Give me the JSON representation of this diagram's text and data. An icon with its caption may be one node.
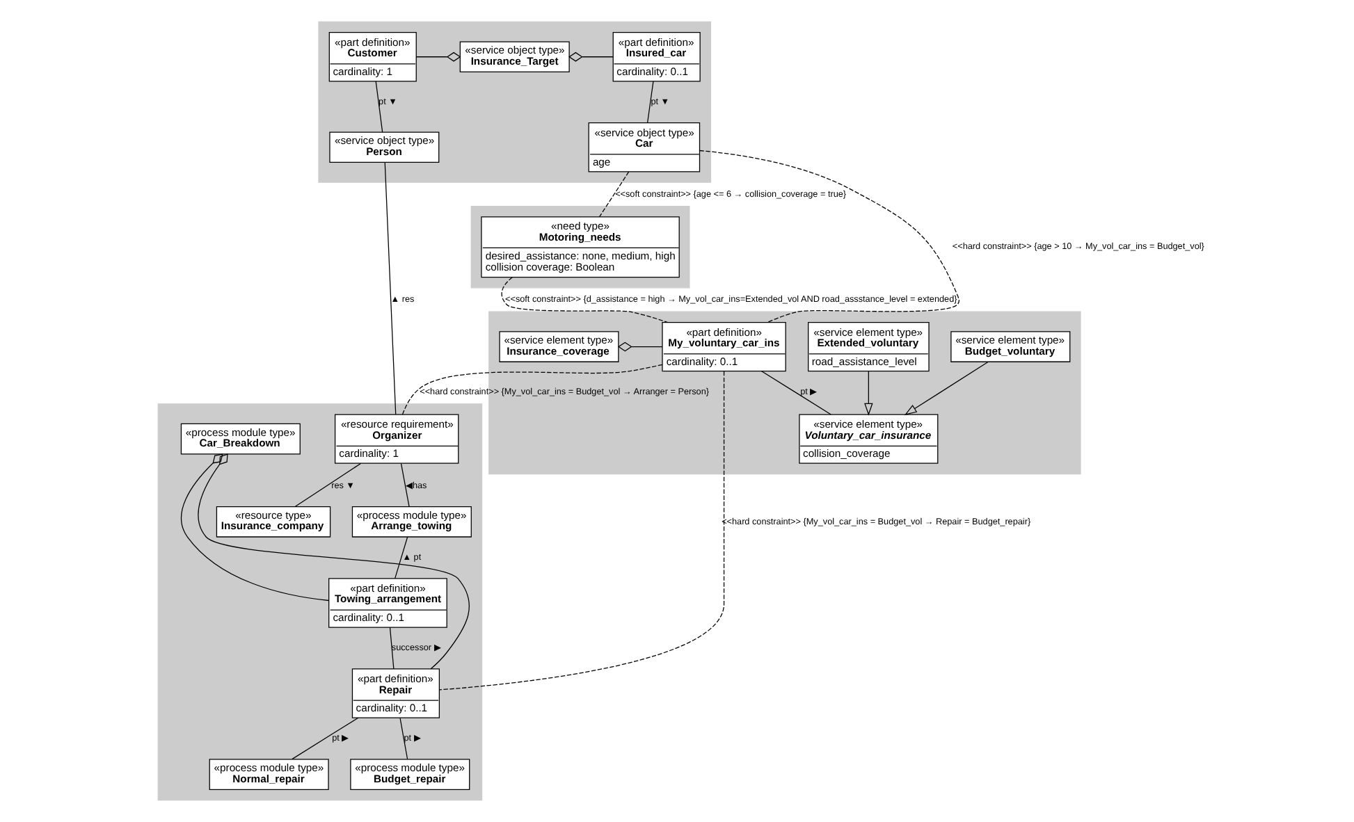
{
  "diagram": {
    "nodes": [
      {
        "text": [],
        "shape": "box"
      },
      {
        "text": [
          "«service object type»",
          "Insurance_Target"
        ],
        "in": 0
      },
      {
        "text": [
          "«part definition»",
          "Customer",
          "cardinality: 1"
        ],
        "in": 0
      },
      {
        "text": [
          "«part definition»",
          "Insured_car",
          "cardinality: 0..1"
        ],
        "in": 0
      },
      {
        "text": [
          "«service object type»",
          "Person"
        ],
        "in": 0
      },
      {
        "text": [
          "«service object type»",
          "Car",
          "age"
        ],
        "in": 0
      },
      {
        "text": [],
        "shape": "box"
      },
      {
        "text": [
          "«need type»",
          "Motoring_needs",
          "desired_assistance: none, medium, high",
          "collision coverage: Boolean"
        ],
        "in": 6
      },
      {
        "text": [],
        "shape": "box"
      },
      {
        "text": [
          "«part definition»",
          "My_voluntary_car_ins",
          "cardinality: 0..1"
        ],
        "in": 8
      },
      {
        "text": [
          "«service element type»",
          "Insurance_coverage"
        ],
        "in": 8
      },
      {
        "text": [
          "«service element type»",
          "Voluntary_car_insurance",
          "collision_coverage"
        ],
        "in": 8
      },
      {
        "text": [
          "«service element type»",
          "Budget_voluntary"
        ],
        "in": 8
      },
      {
        "text": [
          "«service element type»",
          "Extended_voluntary",
          "road_assistance_level"
        ],
        "in": 8
      },
      {
        "text": [],
        "shape": "box"
      },
      {
        "text": [
          "«resource requirement»",
          "Organizer",
          "cardinality: 1"
        ],
        "in": 14
      },
      {
        "text": [
          "«resource type»",
          "Insurance_company"
        ],
        "in": 14
      },
      {
        "text": [
          "«process module type»",
          "Arrange_towing"
        ],
        "in": 14
      },
      {
        "text": [
          "«process module type»",
          "Car_Breakdown"
        ],
        "in": 14
      },
      {
        "text": [
          "«part definition»",
          "Towing_arrangement",
          "cardinality: 0..1"
        ],
        "in": 14
      },
      {
        "text": [
          "«part definition»",
          "Repair",
          "cardinality: 0..1"
        ],
        "in": 14
      },
      {
        "text": [
          "«process module type»",
          "Normal_repair"
        ],
        "in": 14
      },
      {
        "text": [
          "«process module type»",
          "Budget_repair"
        ],
        "in": 14
      }
    ],
    "edges": [
      {
        "from": 2,
        "to": 1,
        "arrow": "other"
      },
      {
        "from": 3,
        "to": 1,
        "arrow": "other"
      },
      {
        "from": 2,
        "to": 4,
        "arrow": "none",
        "label": "pt ▼"
      },
      {
        "from": 3,
        "to": 5,
        "arrow": "none",
        "label": "pt ▼"
      },
      {
        "from": 7,
        "to": 9,
        "arrow": "none",
        "style": "dashed",
        "label": "<<soft constraint>> {d_assistance = high → My_vol_car_ins=Extended_vol AND road_assstance_level = extended}"
      },
      {
        "from": 5,
        "to": 7,
        "arrow": "none",
        "style": "dashed",
        "label": "<<soft constraint>> {age <= 6 → collision_coverage = true}"
      },
      {
        "from": 5,
        "to": 9,
        "arrow": "none",
        "style": "dashed",
        "label": "<<hard constraint>> {age > 10 → My_vol_car_ins = Budget_vol}"
      },
      {
        "from": 9,
        "to": 10,
        "arrow": "other"
      },
      {
        "from": 9,
        "to": 11,
        "arrow": "none",
        "label": "pt ▶"
      },
      {
        "from": 12,
        "to": 11,
        "arrow": "to"
      },
      {
        "from": 13,
        "to": 11,
        "arrow": "to"
      },
      {
        "from": 9,
        "to": 15,
        "arrow": "none",
        "style": "dashed",
        "label": "<<hard constraint>> {My_vol_car_ins = Budget_vol → Arranger = Person}"
      },
      {
        "from": 9,
        "to": 20,
        "arrow": "none",
        "style": "dashed",
        "label": "<<hard constraint>> {My_vol_car_ins = Budget_vol → Repair = Budget_repair}"
      },
      {
        "from": 4,
        "to": 15,
        "arrow": "none",
        "label": "▲ res"
      },
      {
        "from": 15,
        "to": 16,
        "arrow": "none",
        "label": "res ▼"
      },
      {
        "from": 15,
        "to": 17,
        "arrow": "none",
        "label": "◀has"
      },
      {
        "from": 17,
        "to": 19,
        "arrow": "none",
        "label": "▲ pt"
      },
      {
        "from": 19,
        "to": 18,
        "arrow": "other"
      },
      {
        "from": 20,
        "to": 18,
        "arrow": "other"
      },
      {
        "from": 19,
        "to": 20,
        "arrow": "none",
        "label": "successor ▶"
      },
      {
        "from": 20,
        "to": 21,
        "arrow": "none",
        "label": "pt ▶"
      },
      {
        "from": 20,
        "to": 22,
        "arrow": "none",
        "label": "pt ▶"
      }
    ]
  }
}
